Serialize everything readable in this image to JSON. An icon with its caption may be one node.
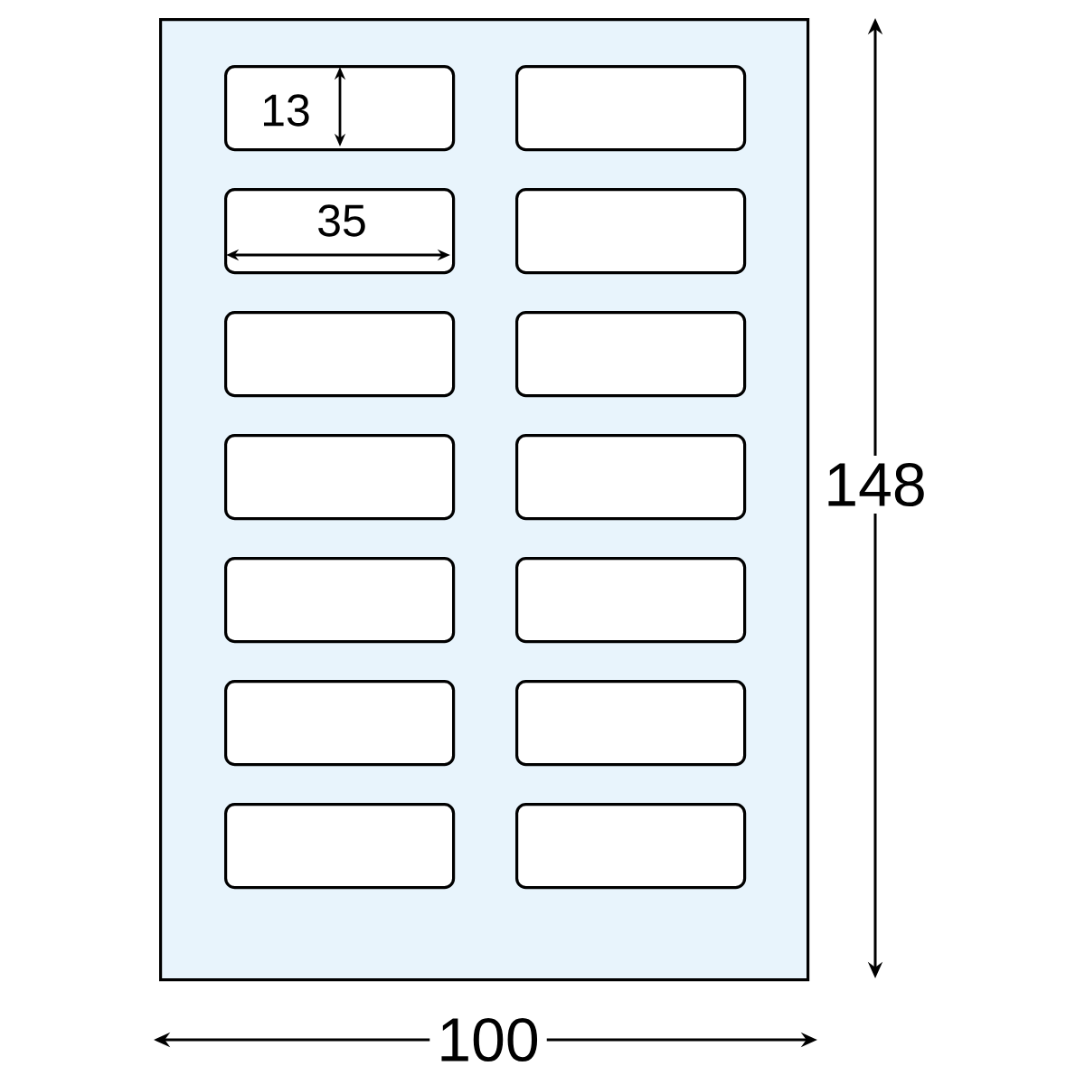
{
  "diagram": {
    "nodes": [
      {
        "text": [],
        "shape": "box"
      },
      {
        "text": [],
        "shape": "box",
        "in": 0
      },
      {
        "text": [],
        "shape": "box",
        "in": 0
      },
      {
        "text": [],
        "shape": "box",
        "in": 0
      },
      {
        "text": [],
        "shape": "box",
        "in": 0
      },
      {
        "text": [],
        "shape": "box",
        "in": 0
      },
      {
        "text": [],
        "shape": "box",
        "in": 0
      },
      {
        "text": [],
        "shape": "box",
        "in": 0
      },
      {
        "text": [],
        "shape": "box",
        "in": 0
      },
      {
        "text": [],
        "shape": "box",
        "in": 0
      },
      {
        "text": [],
        "shape": "box",
        "in": 0
      },
      {
        "text": [],
        "shape": "box",
        "in": 0
      },
      {
        "text": [],
        "shape": "box",
        "in": 0
      },
      {
        "text": [],
        "shape": "box",
        "in": 0
      },
      {
        "text": [],
        "shape": "box",
        "in": 0
      }
    ],
    "labels": [
      "13",
      "35",
      "148",
      "100"
    ]
  }
}
